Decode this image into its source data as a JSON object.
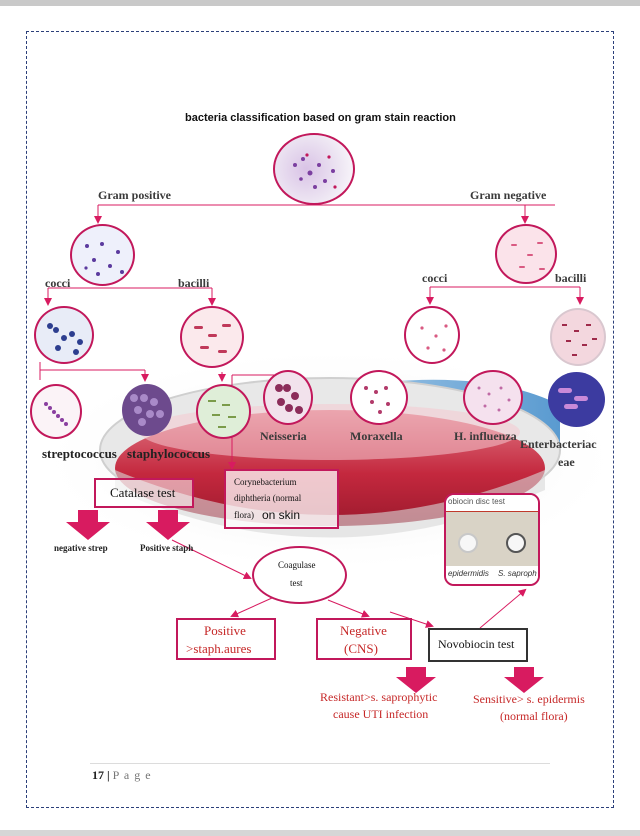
{
  "colors": {
    "accent": "#c2185b",
    "red_text": "#c62828",
    "frame": "#2b3f7a",
    "petri_red": "#c4283e",
    "petri_blue": "#3d89c8"
  },
  "diagram": {
    "title": "bacteria classification based on gram stain reaction",
    "gram_positive": "Gram positive",
    "gram_negative": "Gram negative",
    "gp_cocci": "cocci",
    "gp_bacilli": "bacilli",
    "gn_cocci": "cocci",
    "gn_bacilli": "bacilli",
    "streptococcus": "streptococcus",
    "staphylococcus": "staphylococcus",
    "neisseria": "Neisseria",
    "moraxella": "Moraxella",
    "h_influenza": "H. influenza",
    "enterobacteriaceae_1": "Enterbacteriac",
    "enterobacteriaceae_2": "eae",
    "catalase_test": "Catalase test",
    "coryne_1": "Corynebacterium",
    "coryne_2": "diphtheria (normal",
    "coryne_3a": "flora)",
    "coryne_3b": "on skin",
    "negative_strep": "negative strep",
    "positive_staph": "Positive staph",
    "coagulase_1": "Coagulase",
    "coagulase_2": "test",
    "positive_1": "Positive",
    "positive_2": ">staph.aures",
    "negative_1": "Negative",
    "negative_2": "(CNS)",
    "novobiocin_test": "Novobiocin test",
    "resistant_1": "Resistant>s. saprophytic",
    "resistant_2": "cause UTI infection",
    "sensitive_1": "Sensitive> s. epidermis",
    "sensitive_2": "(normal flora)",
    "disc_header": "obiocin disc test",
    "disc_label_left": "epidermidis",
    "disc_label_right": "S. saproph"
  },
  "footer": {
    "page_number": "17",
    "separator": "|",
    "page_word": "P a g e"
  }
}
